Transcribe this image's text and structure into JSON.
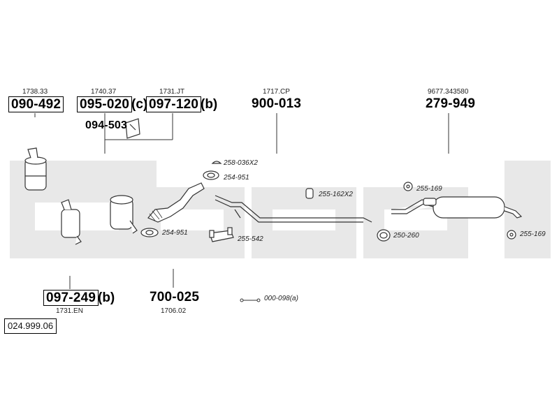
{
  "diagram_number": "024.999.06",
  "parts": {
    "p1738": {
      "ref": "1738.33",
      "number": "090-492"
    },
    "p1740": {
      "ref": "1740.37",
      "number": "095-020",
      "suffix": "(c)"
    },
    "p1731jt": {
      "ref": "1731.JT",
      "number": "097-120",
      "suffix": "(b)"
    },
    "p094": {
      "number": "094-503"
    },
    "p1717": {
      "ref": "1717.CP",
      "number": "900-013"
    },
    "p9677": {
      "ref": "9677.343580",
      "number": "279-949"
    },
    "p1731en": {
      "ref": "1731.EN",
      "number": "097-249",
      "suffix": "(b)"
    },
    "p1706": {
      "ref": "1706.02",
      "number": "700-025"
    }
  },
  "callouts": {
    "c258": "258-036X2",
    "c254a": "254-951",
    "c254b": "254-951",
    "c255_542": "255-542",
    "c255_162": "255-162X2",
    "c255_169a": "255-169",
    "c255_169b": "255-169",
    "c250": "250-260",
    "c000": "000-098(a)"
  },
  "colors": {
    "watermark": "#e8e8e8",
    "line": "#333333"
  }
}
